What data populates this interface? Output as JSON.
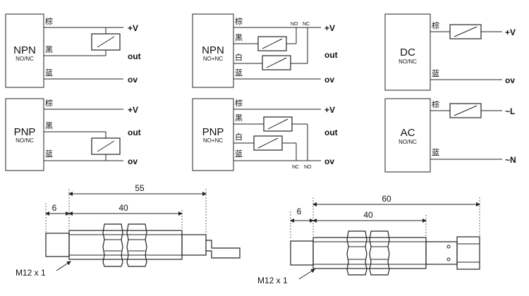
{
  "diagrams": {
    "npn_3wire": {
      "type": "NPN",
      "mode": "NO/NC",
      "brown": "棕",
      "black": "黑",
      "blue": "蓝",
      "t_pos": "+V",
      "t_out": "out",
      "t_zero": "ov"
    },
    "npn_4wire": {
      "type": "NPN",
      "mode": "NO+NC",
      "brown": "棕",
      "black": "黑",
      "white": "白",
      "blue": "蓝",
      "no": "NO",
      "nc": "NC",
      "t_pos": "+V",
      "t_zero": "ov",
      "t_out1": "out",
      "t_out2": "out"
    },
    "dc_2wire": {
      "type": "DC",
      "mode": "NO/NC",
      "brown": "棕",
      "blue": "蓝",
      "t_pos": "+V",
      "t_zero": "ov"
    },
    "pnp_3wire": {
      "type": "PNP",
      "mode": "NO/NC",
      "brown": "棕",
      "black": "黑",
      "blue": "蓝",
      "t_pos": "+V",
      "t_out": "out",
      "t_zero": "ov"
    },
    "pnp_4wire": {
      "type": "PNP",
      "mode": "NO+NC",
      "brown": "棕",
      "black": "黑",
      "white": "白",
      "blue": "蓝",
      "nc": "NC",
      "no": "NO",
      "t_pos": "+V",
      "t_out1": "out",
      "t_out2": "out",
      "t_zero": "ov"
    },
    "ac_2wire": {
      "type": "AC",
      "mode": "NO/NC",
      "brown": "棕",
      "blue": "蓝",
      "t_l": "~L",
      "t_n": "~N"
    }
  },
  "drawings": {
    "left": {
      "overall": "55",
      "body": "40",
      "head": "6",
      "thread": "M12 x 1"
    },
    "right": {
      "overall": "60",
      "body": "40",
      "head": "6",
      "thread": "M12 x 1"
    }
  }
}
